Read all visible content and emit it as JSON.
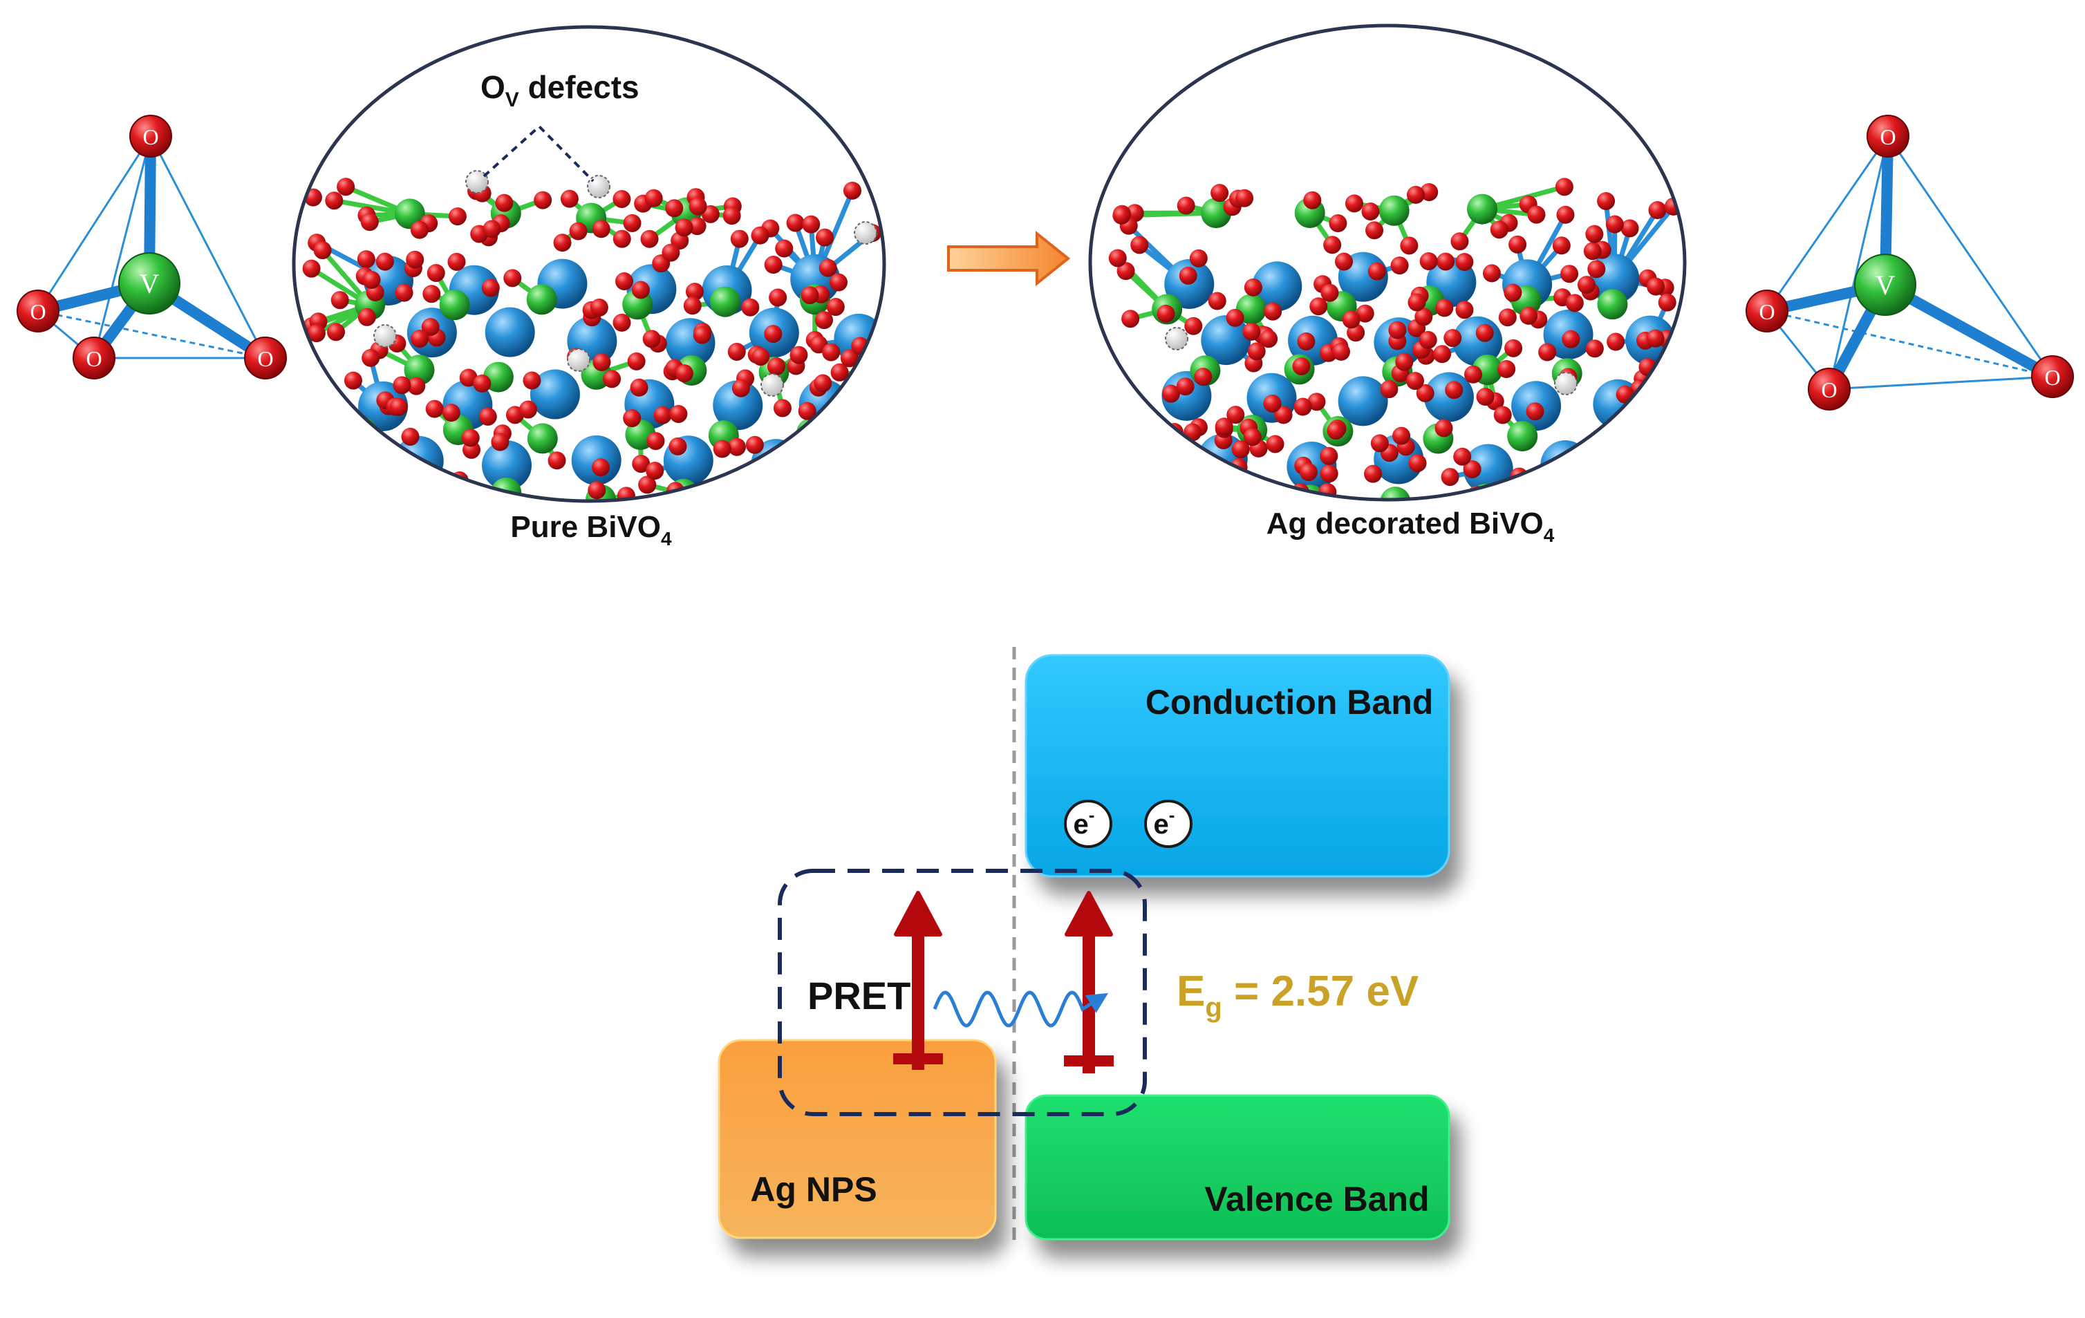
{
  "top_panel": {
    "defects_label": {
      "main": "O",
      "sub": "V",
      "rest": " defects"
    },
    "left_lattice_caption": {
      "main": "Pure BiVO",
      "sub": "4"
    },
    "right_lattice_caption": {
      "main": "Ag decorated BiVO",
      "sub": "4"
    },
    "tetrahedron": {
      "center_atom": "V",
      "corner_atom": "O"
    }
  },
  "band_diagram": {
    "conduction_band": "Conduction Band",
    "valence_band": "Valence Band",
    "metal_label": "Ag NPS",
    "pret_label": "PRET",
    "electron": {
      "main": "e",
      "sup": "-"
    },
    "bandgap": {
      "main": "E",
      "sub": "g",
      "rest": " = 2.57 eV"
    }
  },
  "colors": {
    "oxygen": "#d81418",
    "vanadium": "#2fb53a",
    "bismuth": "#2a8fd6",
    "defect": "#d9d9d9",
    "conduction_band": "#09b2f0",
    "valence_band": "#12d161",
    "metal": "#f8a848",
    "arrow": "#b3090c",
    "bandgap_text": "#c9a227",
    "dashed_box": "#1a2a5a"
  }
}
